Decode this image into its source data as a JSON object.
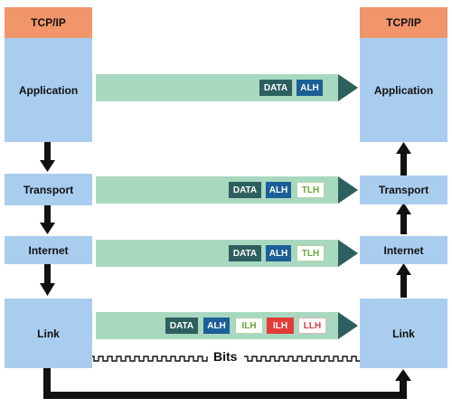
{
  "stack_label": "TCP/IP",
  "layers": {
    "application": "Application",
    "transport": "Transport",
    "internet": "Internet",
    "link": "Link"
  },
  "tags": {
    "data": "DATA",
    "alh": "ALH",
    "tlh": "TLH",
    "ilh": "ILH",
    "llh": "LLH"
  },
  "bits_label": "Bits",
  "colors": {
    "header": "#f1956a",
    "layer_box": "#a9cdee",
    "band": "#a8d8c0",
    "band_tip": "#2e5f5f",
    "arrow": "#111111"
  }
}
